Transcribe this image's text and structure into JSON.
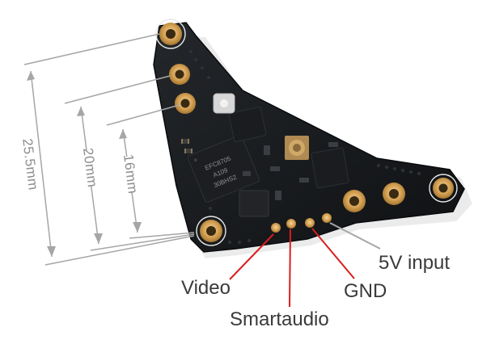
{
  "dimensions": {
    "outer": "25.5mm",
    "middle": "20mm",
    "inner": "16mm"
  },
  "pin_labels": {
    "video": "Video",
    "smartaudio": "Smartaudio",
    "gnd": "GND",
    "input_5v": "5V input"
  },
  "chip_marking": [
    "EFC8705",
    "A109",
    "30BHS2"
  ],
  "colors": {
    "dimension_line": "#a6a6a6",
    "leader_red": "#d81e1e",
    "leader_gray": "#a6a6a6",
    "board": "#16181b",
    "pad_gold": "#d9a65b"
  }
}
